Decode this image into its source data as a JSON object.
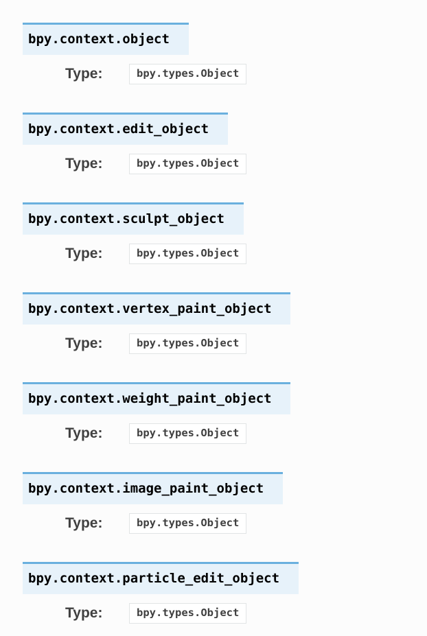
{
  "theme": {
    "page_bg": "#fcfcfc",
    "accent": "#6ab0de",
    "header_bg": "#e7f2fa",
    "code_border": "#e1e4e5",
    "code_bg": "#ffffff",
    "text_color": "#404040"
  },
  "field_label": "Type:",
  "attributes": [
    {
      "name": "bpy.context.object",
      "type": "bpy.types.Object"
    },
    {
      "name": "bpy.context.edit_object",
      "type": "bpy.types.Object"
    },
    {
      "name": "bpy.context.sculpt_object",
      "type": "bpy.types.Object"
    },
    {
      "name": "bpy.context.vertex_paint_object",
      "type": "bpy.types.Object"
    },
    {
      "name": "bpy.context.weight_paint_object",
      "type": "bpy.types.Object"
    },
    {
      "name": "bpy.context.image_paint_object",
      "type": "bpy.types.Object"
    },
    {
      "name": "bpy.context.particle_edit_object",
      "type": "bpy.types.Object"
    }
  ]
}
